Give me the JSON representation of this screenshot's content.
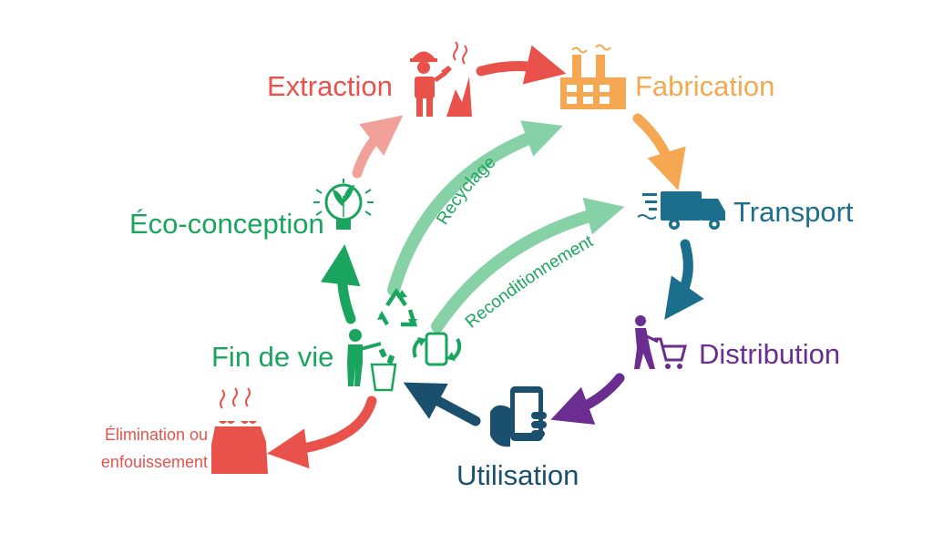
{
  "stages": {
    "extraction": {
      "label": "Extraction",
      "color": "#e8524a"
    },
    "fabrication": {
      "label": "Fabrication",
      "color": "#f5a851"
    },
    "transport": {
      "label": "Transport",
      "color": "#1b6f8c"
    },
    "distribution": {
      "label": "Distribution",
      "color": "#6b2d8f"
    },
    "utilisation": {
      "label": "Utilisation",
      "color": "#1b4f6e"
    },
    "fin_de_vie": {
      "label": "Fin de vie",
      "color": "#1aa55e"
    },
    "eco_conception": {
      "label": "Éco-conception",
      "color": "#1aa55e"
    },
    "elimination": {
      "line1": "Élimination ou",
      "line2": "enfouissement",
      "color": "#e8524a"
    }
  },
  "loops": {
    "recyclage": {
      "label": "Recyclage",
      "color": "#86d1a6"
    },
    "reconditionnement": {
      "label": "Reconditionnement",
      "color": "#86d1a6"
    }
  },
  "icons": [
    "miner-icon",
    "factory-icon",
    "delivery-truck-icon",
    "shopping-cart-person-icon",
    "hand-phone-icon",
    "person-trash-icon",
    "recycle-icon",
    "phone-refresh-icon",
    "lightbulb-leaf-icon",
    "waste-bags-icon"
  ]
}
